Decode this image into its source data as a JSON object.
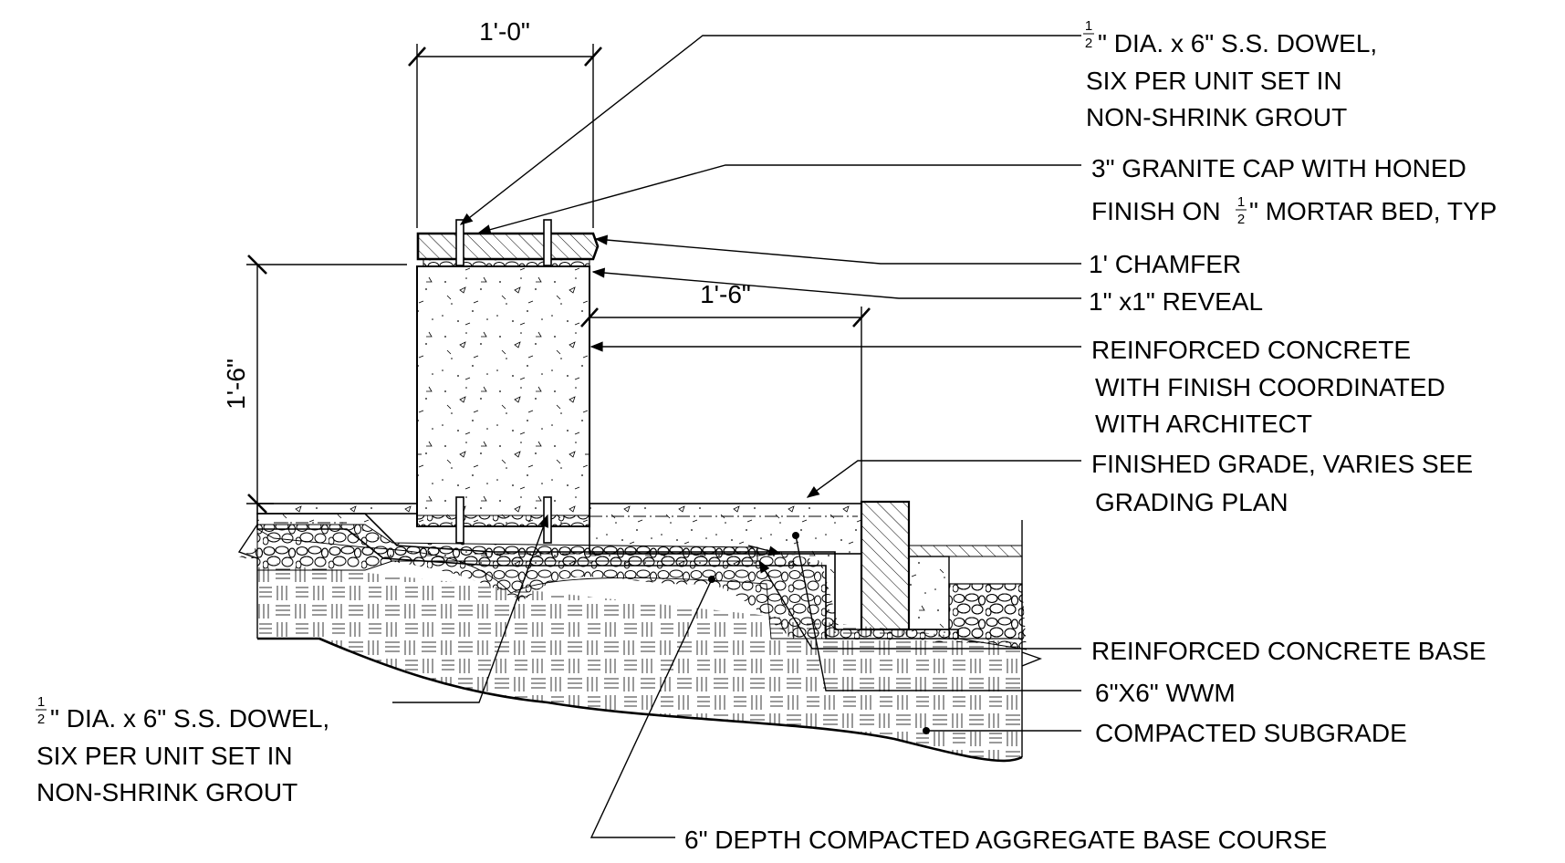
{
  "dimensions": {
    "top_width": "1'-0\"",
    "wall_height": "1'-6\"",
    "footing_ext": "1'-6\""
  },
  "callouts": {
    "dowel_top": {
      "line1_frac": "1/2",
      "line1": "\" DIA. x 6\" S.S. DOWEL,",
      "line2": "SIX PER UNIT SET IN",
      "line3": "NON-SHRINK GROUT"
    },
    "granite_cap": {
      "line1": "3\" GRANITE CAP WITH HONED",
      "line2_pre": "FINISH ON ",
      "line2_frac": "1/2",
      "line2_post": "\" MORTAR BED, TYP"
    },
    "chamfer": "1' CHAMFER",
    "reveal": "1\" x1\" REVEAL",
    "concrete": {
      "line1": "REINFORCED CONCRETE",
      "line2": "WITH FINISH COORDINATED",
      "line3": "WITH ARCHITECT"
    },
    "grade": {
      "line1": "FINISHED GRADE, VARIES SEE",
      "line2": "GRADING PLAN"
    },
    "concrete_base": "REINFORCED CONCRETE BASE",
    "wwm": "6\"X6\" WWM",
    "subgrade": "COMPACTED SUBGRADE",
    "dowel_bottom": {
      "line1_frac": "1/2",
      "line1": "\" DIA. x 6\" S.S. DOWEL,",
      "line2": "SIX PER UNIT SET IN",
      "line3": "NON-SHRINK GROUT"
    },
    "aggregate": "6\" DEPTH COMPACTED AGGREGATE BASE COURSE"
  }
}
